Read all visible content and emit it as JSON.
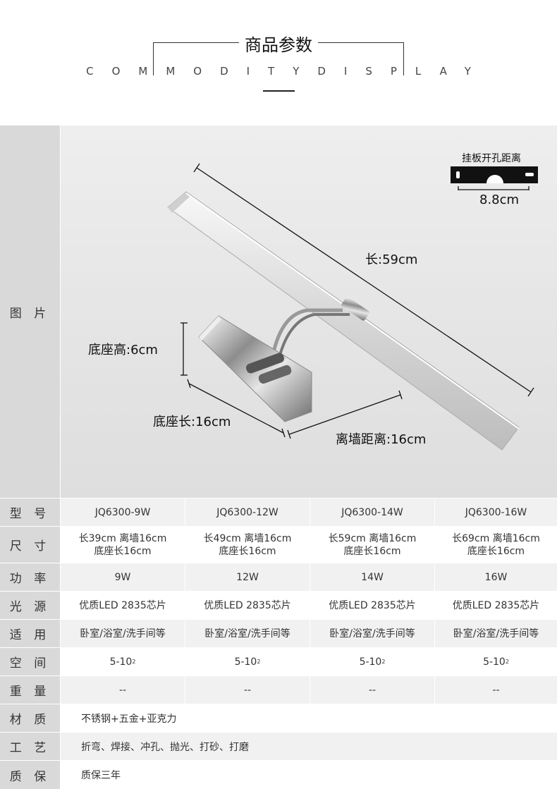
{
  "header": {
    "title": "商品参数",
    "subtitle": "COMMODITYDISPLAY"
  },
  "image_row": {
    "label": "图 片",
    "plate_label": "挂板开孔距离",
    "plate_width": "8.8cm",
    "length": "长:59cm",
    "base_height": "底座高:6cm",
    "base_length": "底座长:16cm",
    "wall_distance": "离墙距离:16cm"
  },
  "rows": [
    {
      "label": "型 号",
      "cells": [
        "JQ6300-9W",
        "JQ6300-12W",
        "JQ6300-14W",
        "JQ6300-16W"
      ]
    },
    {
      "label": "尺 寸",
      "cells": [
        {
          "l1": "长39cm 离墙16cm",
          "l2": "底座长16cm"
        },
        {
          "l1": "长49cm 离墙16cm",
          "l2": "底座长16cm"
        },
        {
          "l1": "长59cm 离墙16cm",
          "l2": "底座长16cm"
        },
        {
          "l1": "长69cm 离墙16cm",
          "l2": "底座长16cm"
        }
      ]
    },
    {
      "label": "功 率",
      "cells": [
        "9W",
        "12W",
        "14W",
        "16W"
      ]
    },
    {
      "label": "光 源",
      "cells": [
        "优质LED 2835芯片",
        "优质LED 2835芯片",
        "优质LED 2835芯片",
        "优质LED 2835芯片"
      ]
    },
    {
      "label": "适 用",
      "cells": [
        "卧室/浴室/洗手间等",
        "卧室/浴室/洗手间等",
        "卧室/浴室/洗手间等",
        "卧室/浴室/洗手间等"
      ]
    },
    {
      "label": "空 间",
      "cells": [
        {
          "base": "5-10",
          "sup": "2"
        },
        {
          "base": "5-10",
          "sup": "2"
        },
        {
          "base": "5-10",
          "sup": "2"
        },
        {
          "base": "5-10",
          "sup": "2"
        }
      ]
    },
    {
      "label": "重 量",
      "cells": [
        "--",
        "--",
        "--",
        "--"
      ]
    },
    {
      "label": "材 质",
      "full": "不锈钢+五金+亚克力"
    },
    {
      "label": "工 艺",
      "full": "折弯、焊接、冲孔、抛光、打砂、打磨"
    },
    {
      "label": "质 保",
      "full": "质保三年"
    }
  ]
}
